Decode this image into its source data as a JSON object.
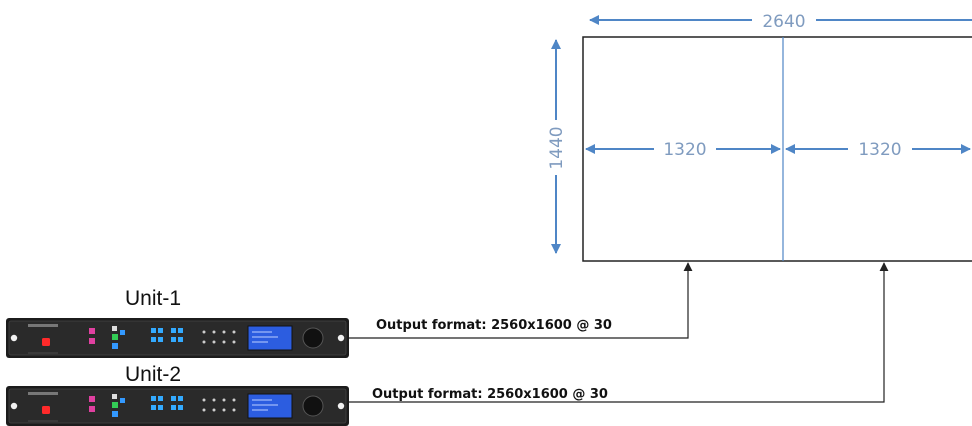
{
  "dimensions": {
    "total_width": "2640",
    "height": "1440",
    "left_half": "1320",
    "right_half": "1320"
  },
  "units": [
    {
      "label": "Unit-1",
      "output": "Output format: 2560x1600 @ 30"
    },
    {
      "label": "Unit-2",
      "output": "Output format: 2560x1600 @ 30"
    }
  ],
  "colors": {
    "dimension_arrow": "#4f86c6",
    "screen_border": "#222222",
    "screen_divider": "#4f86c6",
    "connector": "#222222",
    "device_body": "#1c1c1c",
    "device_display": "#2c5de0"
  }
}
